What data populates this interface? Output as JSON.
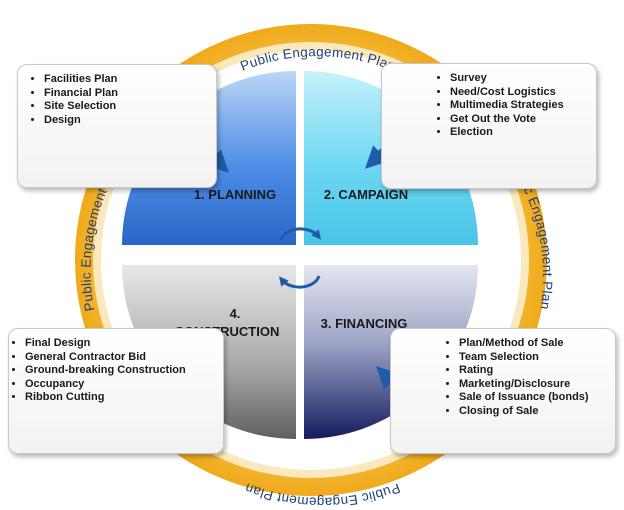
{
  "ring": {
    "top_text": "Public Engagement Plan",
    "left_text": "Public Engagement Plan",
    "right_text": "Public Engagement Plan",
    "bottom_text": "Public Engagement Plan"
  },
  "quadrants": {
    "planning": {
      "label": "1. PLANNING",
      "color": "#3a78d8"
    },
    "campaign": {
      "label": "2. CAMPAIGN",
      "color": "#5fd0ef"
    },
    "financing": {
      "label": "3. FINANCING",
      "color": "#2e3a78"
    },
    "construction": {
      "label_line1": "4.",
      "label_line2": "CONSTRUCTION",
      "color": "#9a9a9a"
    }
  },
  "boxes": {
    "planning": {
      "items": [
        "Facilities Plan",
        "Financial Plan",
        "Site Selection",
        "Design"
      ]
    },
    "campaign": {
      "items": [
        "Survey",
        "Need/Cost Logistics",
        "Multimedia Strategies",
        "Get Out the Vote",
        "Election"
      ]
    },
    "construction": {
      "items": [
        "Final Design",
        "General Contractor Bid",
        "Ground-breaking Construction",
        "Occupancy",
        "Ribbon Cutting"
      ]
    },
    "financing": {
      "items": [
        "Plan/Method of Sale",
        "Team Selection",
        "Rating",
        "Marketing/Disclosure",
        "Sale of Issuance (bonds)",
        "Closing of Sale"
      ]
    }
  },
  "colors": {
    "ring": "#f5b731",
    "ring_inner": "#fbe6b3",
    "arrow": "#1f5ba8",
    "ring_text": "#1f3f7a"
  },
  "icons": {
    "cycle": "cycle-arrows-icon",
    "arrow": "double-headed-arrow-icon"
  }
}
